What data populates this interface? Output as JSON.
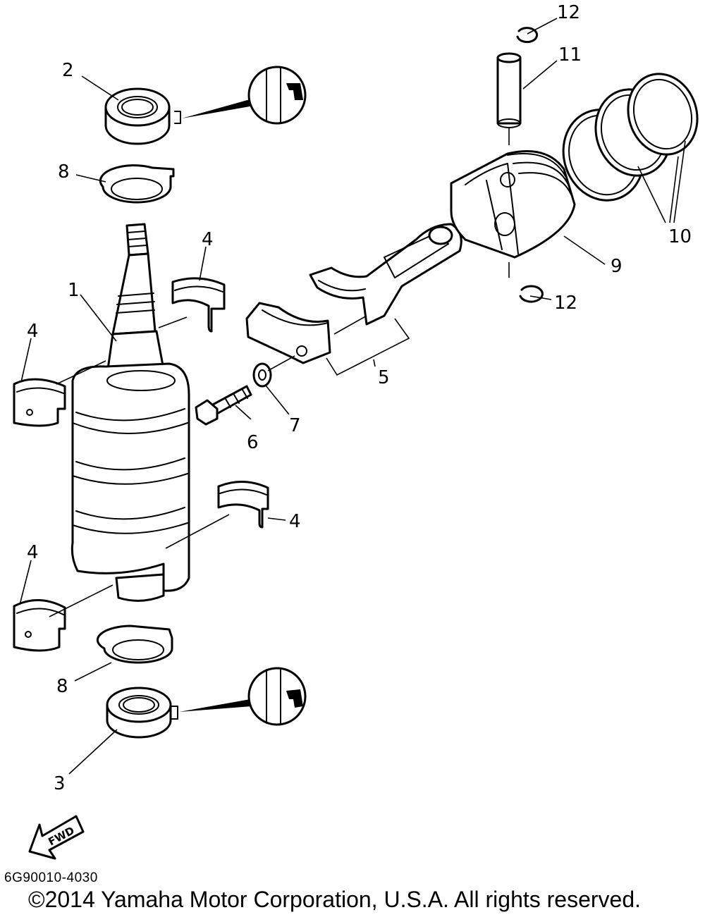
{
  "diagram_code": "6G90010-4030",
  "copyright": "©2014 Yamaha Motor Corporation, U.S.A. All rights reserved.",
  "fwd_label": "FWD",
  "callouts": {
    "c1": "1",
    "c2": "2",
    "c3": "3",
    "c4a": "4",
    "c4b": "4",
    "c4c": "4",
    "c4d": "4",
    "c5": "5",
    "c6": "6",
    "c7": "7",
    "c8a": "8",
    "c8b": "8",
    "c9": "9",
    "c10": "10",
    "c11": "11",
    "c12a": "12",
    "c12b": "12"
  }
}
